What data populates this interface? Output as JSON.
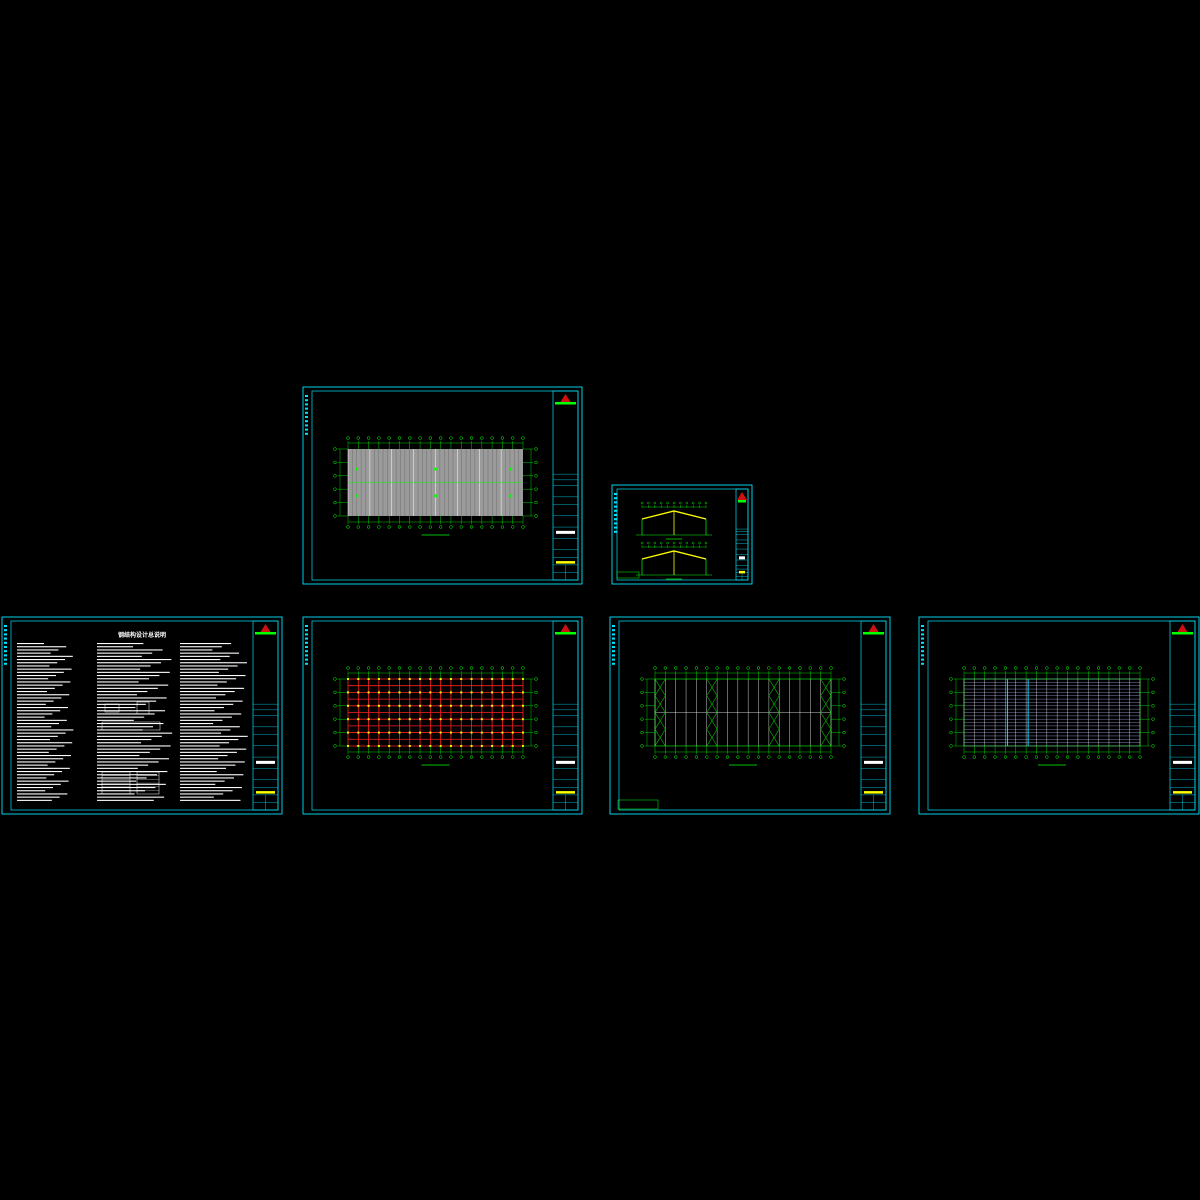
{
  "viewer": {
    "background": "#000000"
  },
  "colors": {
    "frame": "#00e5ff",
    "grid": "#00ff00",
    "accent_yellow": "#ffff00",
    "accent_red": "#ff2020",
    "fill_gray": "#9a9a9a",
    "text_white": "#ffffff",
    "logo_red": "#d01010"
  },
  "sheets": [
    {
      "id": "roof-panel-plan",
      "content": "shaded-bays"
    },
    {
      "id": "frame-elevation",
      "content": "portal-frames"
    },
    {
      "id": "design-notes",
      "content": "notes-text",
      "heading": "钢结构设计总说明"
    },
    {
      "id": "column-layout-plan",
      "content": "red-grid"
    },
    {
      "id": "bracing-plan",
      "content": "bracing"
    },
    {
      "id": "purlin-plan",
      "content": "purlins"
    }
  ]
}
